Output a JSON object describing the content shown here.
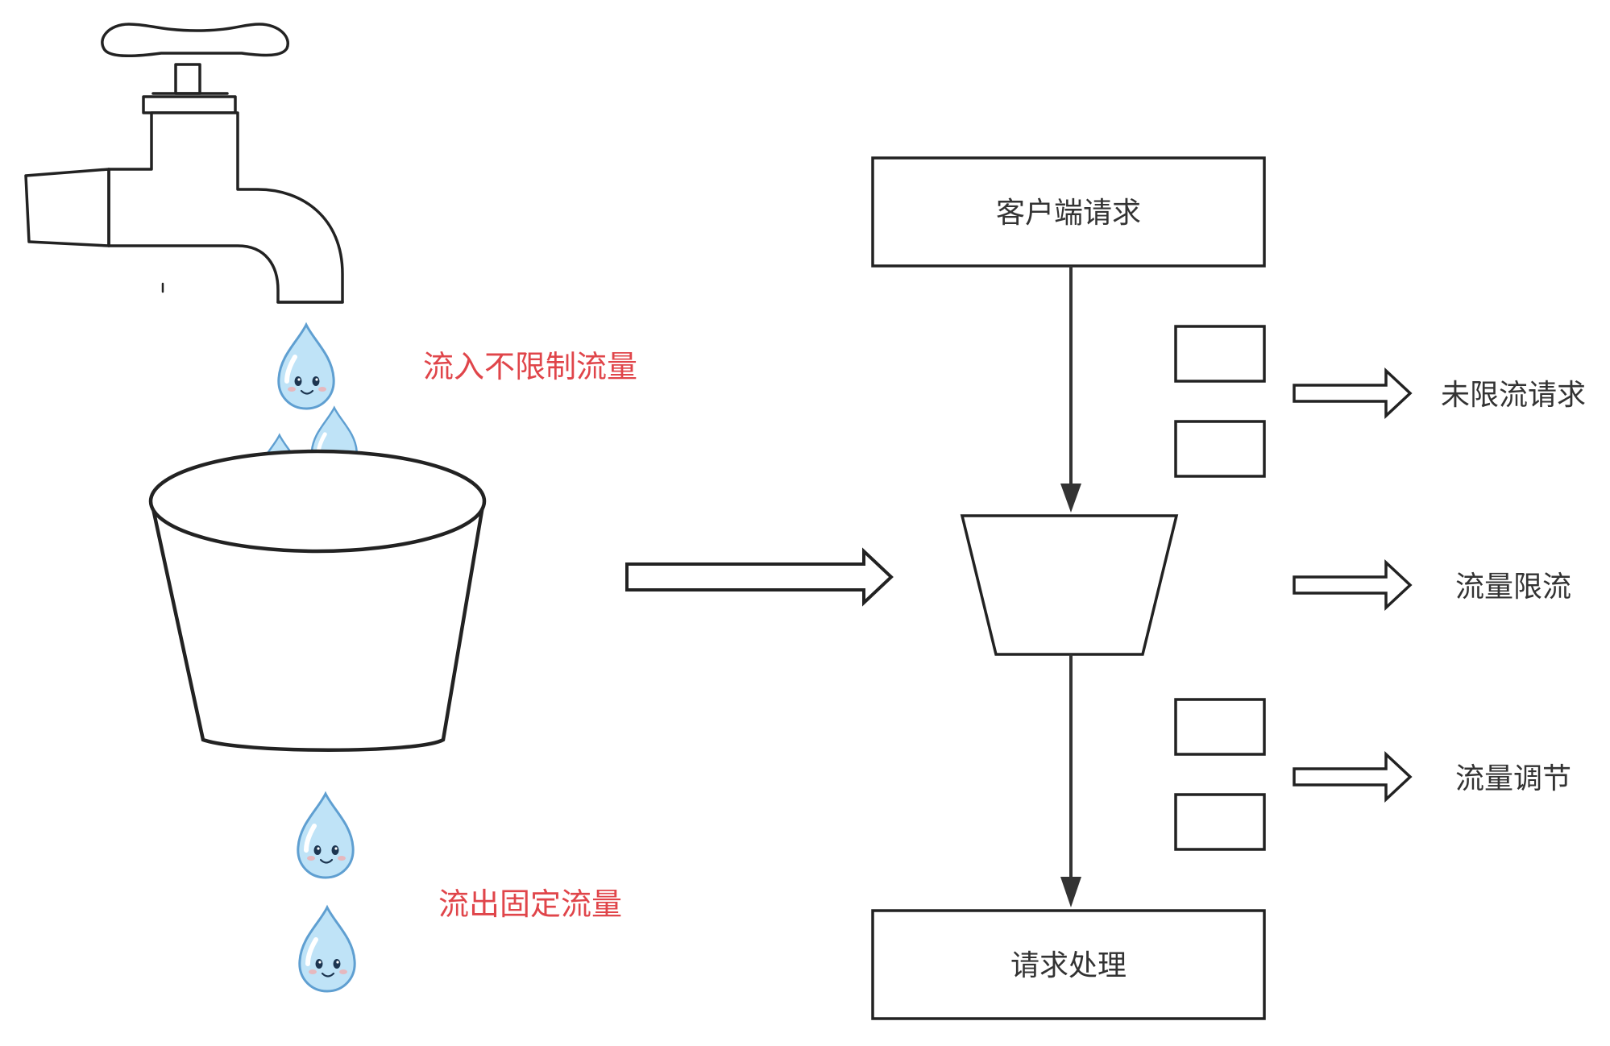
{
  "left": {
    "inflow_label": "流入不限制流量",
    "outflow_label": "流出固定流量"
  },
  "flow": {
    "client_request": "客户端请求",
    "request_handling": "请求处理"
  },
  "outcomes": [
    {
      "label": "未限流请求"
    },
    {
      "label": "流量限流"
    },
    {
      "label": "流量调节"
    }
  ],
  "colors": {
    "stroke": "#222222",
    "annotation_red": "#e0454a",
    "text": "#333333",
    "drop_fill": "#bfe3f7",
    "drop_stroke": "#5f9fd1"
  }
}
